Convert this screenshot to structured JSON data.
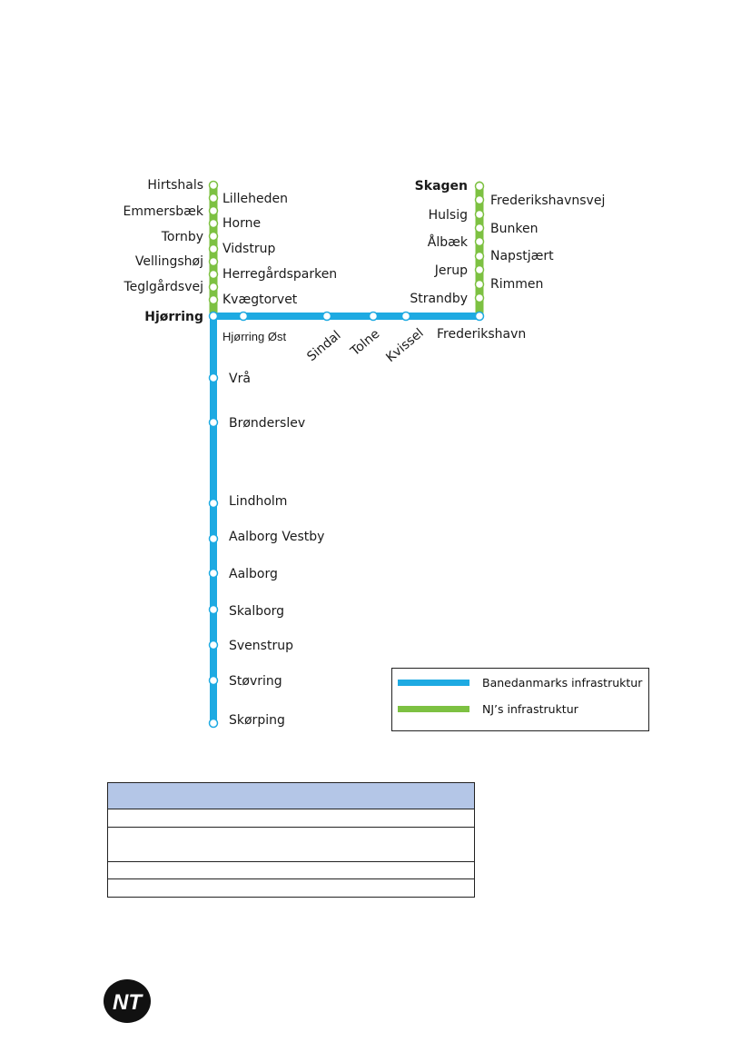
{
  "colors": {
    "banedanmark": "#1eaae2",
    "nj": "#7dc142"
  },
  "stations": {
    "hirtshals": "Hirtshals",
    "lilleheden": "Lilleheden",
    "emmersbaek": "Emmersbæk",
    "horne": "Horne",
    "tornby": "Tornby",
    "vidstrup": "Vidstrup",
    "vellingshoj": "Vellingshøj",
    "herregaardsparken": "Herregårdsparken",
    "teglgaardsvej": "Teglgårdsvej",
    "kvaegtorvet": "Kvægtorvet",
    "hjorring": "Hjørring",
    "hjorring_ost": "Hjørring Øst",
    "sindal": "Sindal",
    "tolne": "Tolne",
    "kvissel": "Kvissel",
    "frederikshavn": "Frederikshavn",
    "skagen": "Skagen",
    "frederikshavnsvej": "Frederikshavnsvej",
    "hulsig": "Hulsig",
    "bunken": "Bunken",
    "aalbaek": "Ålbæk",
    "napstjaert": "Napstjært",
    "jerup": "Jerup",
    "rimmen": "Rimmen",
    "strandby": "Strandby",
    "vraa": "Vrå",
    "bronderslev": "Brønderslev",
    "lindholm": "Lindholm",
    "aalborg_vestby": "Aalborg Vestby",
    "aalborg": "Aalborg",
    "skalborg": "Skalborg",
    "svenstrup": "Svenstrup",
    "stovring": "Støvring",
    "skorping": "Skørping"
  },
  "legend": {
    "banedanmark_label": "Banedanmarks infrastruktur",
    "nj_label": "NJ’s infrastruktur"
  },
  "logo": {
    "text": "NT"
  }
}
